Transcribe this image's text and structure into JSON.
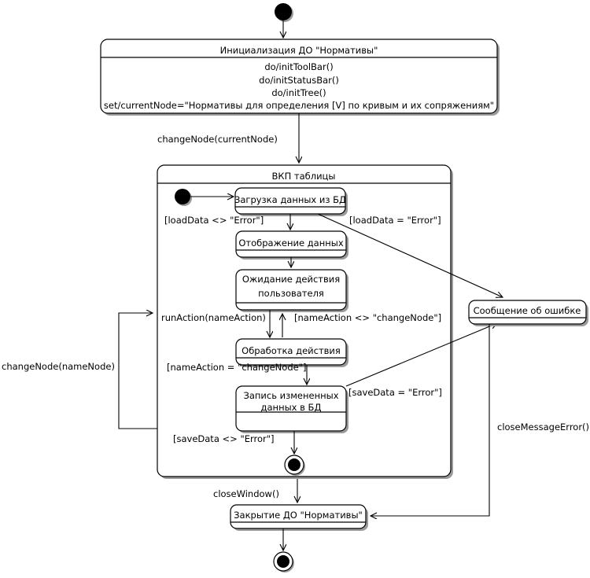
{
  "diagram": {
    "kind": "uml-state-machine",
    "language": "ru",
    "colors": {
      "stroke": "#000000",
      "fill": "#ffffff",
      "shadow": "#9a9a9a"
    },
    "nodes": {
      "start": {
        "name": "initial-state",
        "label": ""
      },
      "init_state": {
        "title": "Инициализация ДО \"Нормативы\"",
        "actions": [
          "do/initToolBar()",
          "do/initStatusBar()",
          "do/initTree()",
          "set/currentNode=\"Нормативы для определения [V] по кривым и их сопряжениям\""
        ]
      },
      "composite": {
        "title": "ВКП таблицы",
        "substates": {
          "load": {
            "title": "Загрузка данных из БД"
          },
          "display": {
            "title": "Отображение данных"
          },
          "wait": {
            "title_line1": "Ожидание действия",
            "title_line2": "пользователя"
          },
          "process": {
            "title": "Обработка действия"
          },
          "save": {
            "title_line1": "Запись измененных",
            "title_line2": "данных в БД"
          }
        }
      },
      "error_state": {
        "title": "Сообщение об ошибке"
      },
      "close_state": {
        "title": "Закрытие ДО \"Нормативы\""
      },
      "inner_final": {
        "name": "inner-final-state",
        "label": ""
      },
      "final": {
        "name": "final-state",
        "label": ""
      }
    },
    "transitions": [
      {
        "id": "t-start-init",
        "label": ""
      },
      {
        "id": "t-init-composite",
        "label": "changeNode(currentNode)"
      },
      {
        "id": "t-load-display",
        "label": "[loadData <> \"Error\"]"
      },
      {
        "id": "t-load-error",
        "label": "[loadData = \"Error\"]"
      },
      {
        "id": "t-display-wait",
        "label": ""
      },
      {
        "id": "t-wait-process",
        "label": "runAction(nameAction)"
      },
      {
        "id": "t-process-wait",
        "label": "[nameAction <> \"changeNode\"]"
      },
      {
        "id": "t-process-save",
        "label": "[nameAction = \"changeNode\"]"
      },
      {
        "id": "t-save-error",
        "label": "[saveData = \"Error\"]"
      },
      {
        "id": "t-save-final",
        "label": "[saveData <> \"Error\"]"
      },
      {
        "id": "t-loopback",
        "label": "changeNode(nameNode)"
      },
      {
        "id": "t-composite-close",
        "label": "closeWindow()"
      },
      {
        "id": "t-error-close",
        "label": "closeMessageError()"
      }
    ]
  }
}
